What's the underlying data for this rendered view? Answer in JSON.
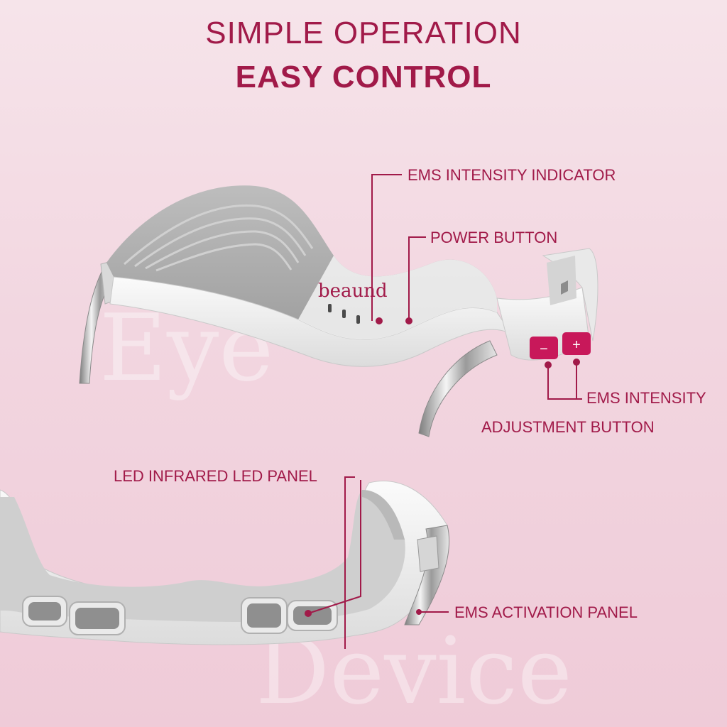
{
  "header": {
    "title_line1": "SIMPLE OPERATION",
    "title_line2": "EASY CONTROL"
  },
  "watermarks": {
    "top": "Eye",
    "bottom": "Device"
  },
  "device": {
    "brand": "beaund",
    "minus_label": "−",
    "plus_label": "+"
  },
  "labels": {
    "ems_intensity_indicator": "EMS INTENSITY INDICATOR",
    "power_button": "POWER BUTTON",
    "ems_intensity_line1": "EMS INTENSITY",
    "ems_intensity_line2": "ADJUSTMENT BUTTON",
    "led_panel": "LED INFRARED LED PANEL",
    "ems_activation_panel": "EMS ACTIVATION PANEL"
  },
  "colors": {
    "accent": "#a11a49",
    "button": "#c8185a",
    "device_body": "#eeeeee",
    "device_shadow": "#a7a7a7"
  }
}
